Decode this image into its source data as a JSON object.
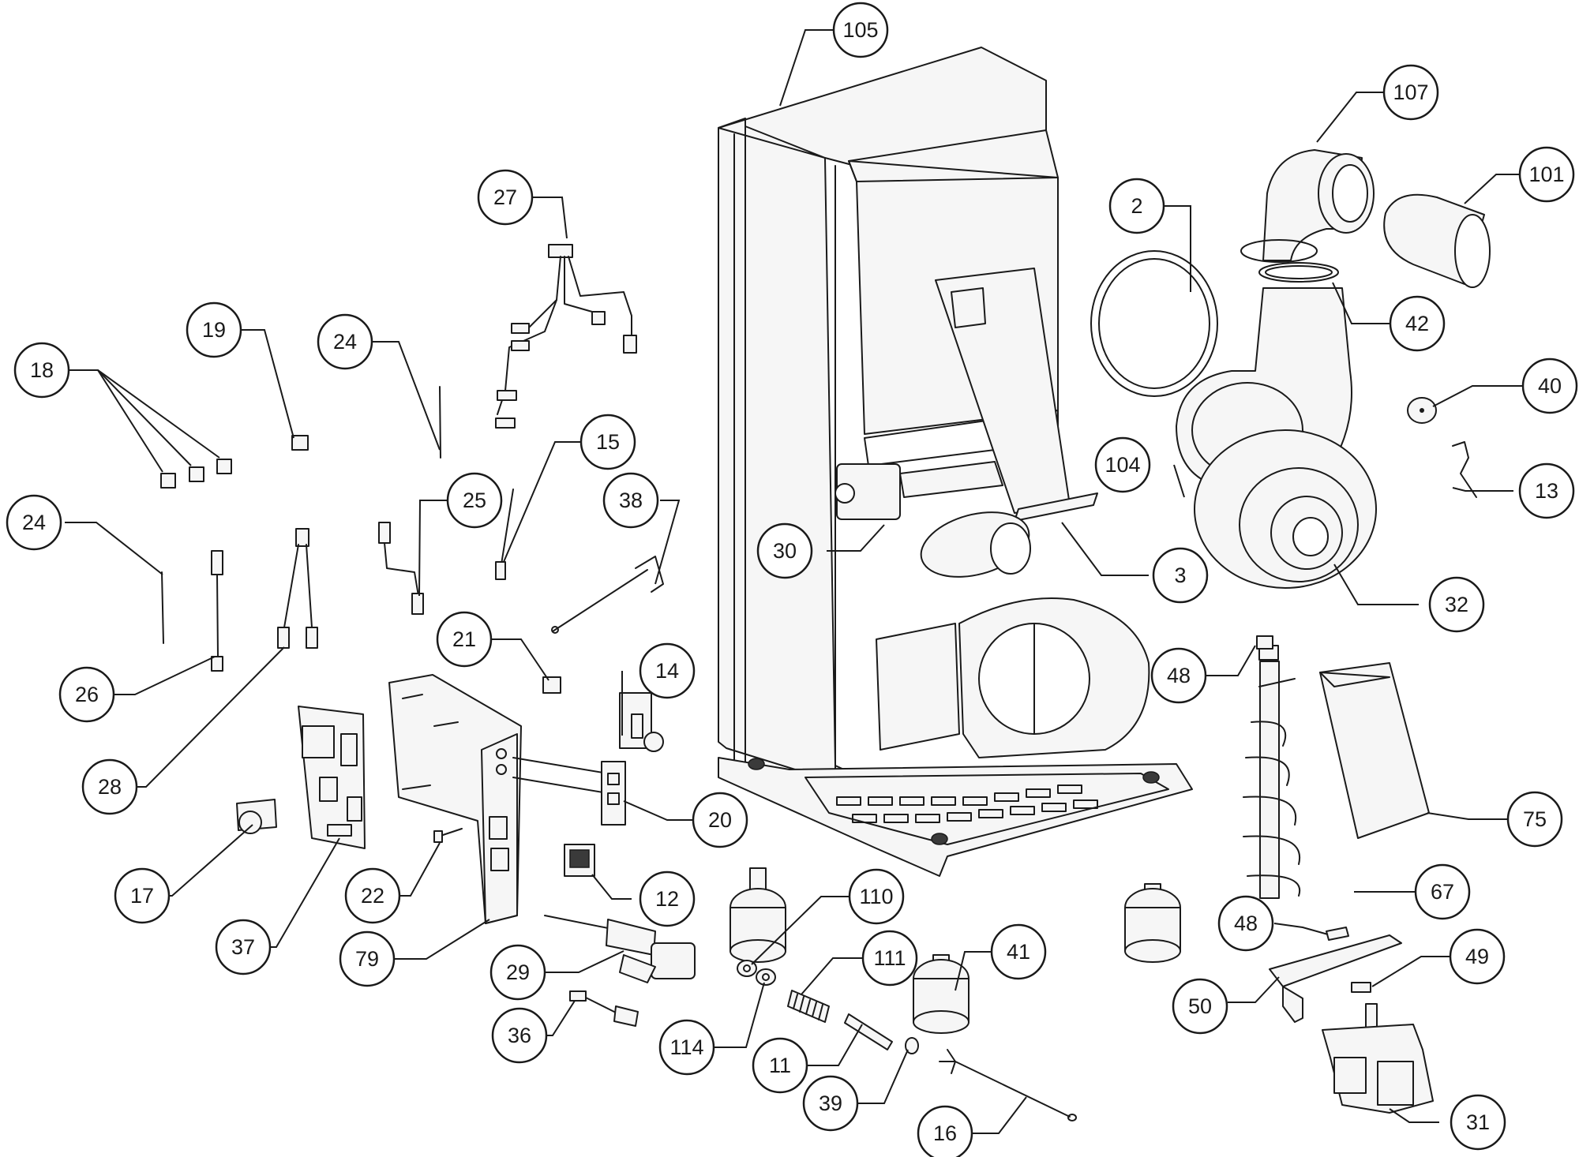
{
  "diagram": {
    "callouts": [
      {
        "label": "105"
      },
      {
        "label": "107"
      },
      {
        "label": "101"
      },
      {
        "label": "2"
      },
      {
        "label": "42"
      },
      {
        "label": "40"
      },
      {
        "label": "13"
      },
      {
        "label": "104"
      },
      {
        "label": "32"
      },
      {
        "label": "3"
      },
      {
        "label": "30"
      },
      {
        "label": "27"
      },
      {
        "label": "19"
      },
      {
        "label": "24"
      },
      {
        "label": "18"
      },
      {
        "label": "15"
      },
      {
        "label": "25"
      },
      {
        "label": "38"
      },
      {
        "label": "24"
      },
      {
        "label": "26"
      },
      {
        "label": "28"
      },
      {
        "label": "21"
      },
      {
        "label": "14"
      },
      {
        "label": "20"
      },
      {
        "label": "17"
      },
      {
        "label": "37"
      },
      {
        "label": "22"
      },
      {
        "label": "79"
      },
      {
        "label": "12"
      },
      {
        "label": "29"
      },
      {
        "label": "36"
      },
      {
        "label": "110"
      },
      {
        "label": "111"
      },
      {
        "label": "41"
      },
      {
        "label": "114"
      },
      {
        "label": "11"
      },
      {
        "label": "39"
      },
      {
        "label": "16"
      },
      {
        "label": "48"
      },
      {
        "label": "75"
      },
      {
        "label": "67"
      },
      {
        "label": "48"
      },
      {
        "label": "49"
      },
      {
        "label": "50"
      },
      {
        "label": "31"
      }
    ]
  }
}
